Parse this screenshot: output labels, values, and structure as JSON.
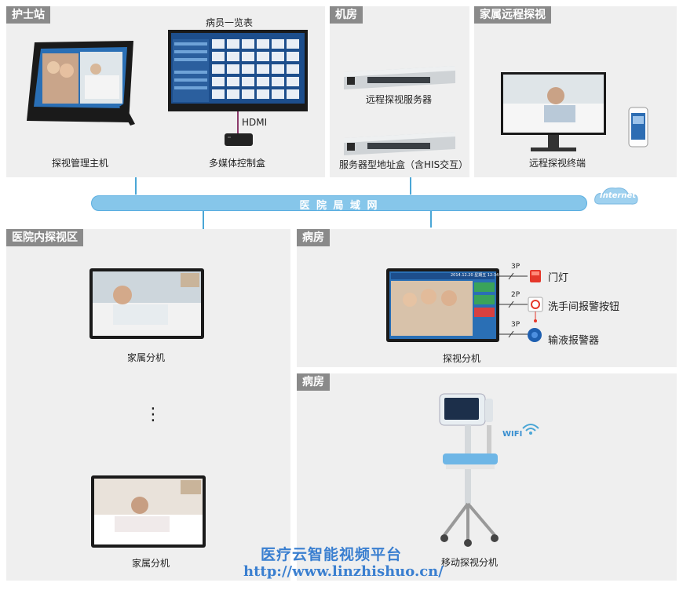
{
  "sections": {
    "nurse_station": "护士站",
    "machine_room": "机房",
    "family_remote": "家属远程探视",
    "hospital_visit_area": "医院内探视区",
    "ward_top": "病房",
    "ward_bottom": "病房"
  },
  "labels": {
    "visit_host": "探视管理主机",
    "patient_list": "病员一览表",
    "hdmi": "HDMI",
    "media_box": "多媒体控制盒",
    "remote_server": "远程探视服务器",
    "address_box": "服务器型地址盒（含HIS交互）",
    "remote_terminal": "远程探视终端",
    "lan": "医 院 局 域 网",
    "internet": "Internet",
    "family_ext_1": "家属分机",
    "family_ext_2": "家属分机",
    "ellipsis": "⋮",
    "visit_ext": "探视分机",
    "door_light": "门灯",
    "toilet_alarm": "洗手间报警按钮",
    "infusion_alarm": "输液报警器",
    "wire_3p_a": "3P",
    "wire_2p": "2P",
    "wire_3p_b": "3P",
    "wifi": "WIFI",
    "mobile_ext": "移动探视分机",
    "footer_title": "医疗云智能视频平台",
    "footer_url": "http://www.linzhishuo.cn/",
    "screen_time": "2014.12.20 星期五 12:34"
  },
  "colors": {
    "lan_bar": "#86c6ea",
    "cable": "#4aa6d6",
    "panel": "#efefef",
    "tag": "#8a8a8a",
    "footer_text": "#3a7fd0",
    "hdmi_cable": "#8b3a6b",
    "door_light": "#e5382b",
    "infusion": "#1e5fb0"
  }
}
